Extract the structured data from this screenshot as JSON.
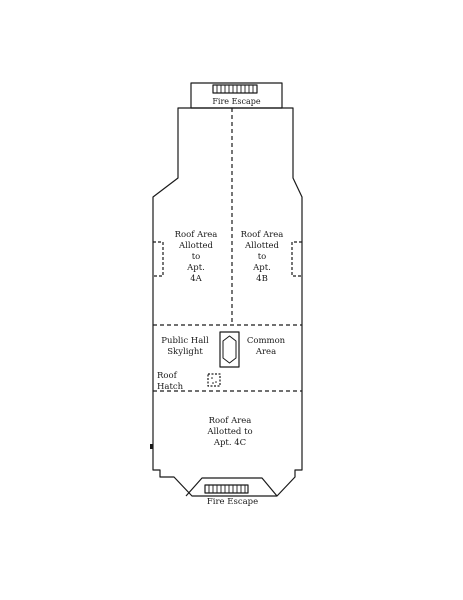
{
  "labels": {
    "fire_escape_top": "Fire Escape",
    "fire_escape_bottom": "Fire  Escape",
    "roof_4a": [
      "Roof Area",
      "Allotted",
      "to",
      "Apt.",
      "4A"
    ],
    "roof_4b": [
      "Roof Area",
      "Allotted",
      "to",
      "Apt.",
      "4B"
    ],
    "public_hall": [
      "Public Hall",
      "Skylight"
    ],
    "common_area": [
      "Common",
      "Area"
    ],
    "roof_hatch": [
      "Roof",
      "Hatch"
    ],
    "roof_4c": [
      "Roof Area",
      "Allotted to",
      "Apt. 4C"
    ]
  },
  "colors": {
    "ink": "#1a1a1a",
    "paper": "#ffffff"
  }
}
